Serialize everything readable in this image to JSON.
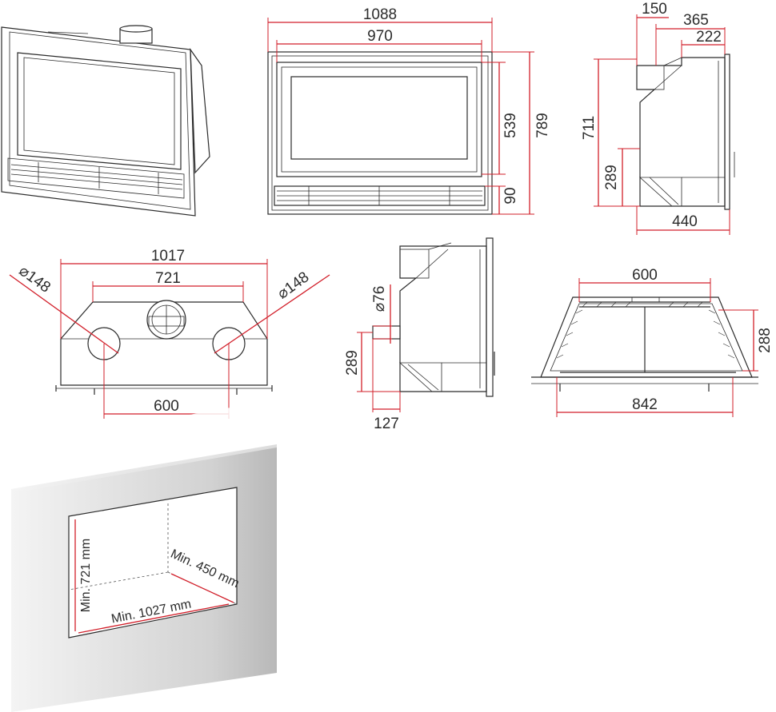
{
  "colors": {
    "dimension": "#d21f2a",
    "outline": "#2b2b2b",
    "wall_light": "#f2f2f2",
    "wall_dark": "#bdbdbd"
  },
  "views": {
    "front": {
      "overall_width": "1088",
      "glass_width": "970",
      "glass_height": "539",
      "overall_height": "789",
      "grille_height": "90"
    },
    "side": {
      "top_a": "150",
      "top_b": "365",
      "top_c": "222",
      "height": "711",
      "outlet_height": "289",
      "depth": "440"
    },
    "top": {
      "overall_width": "1017",
      "top_width": "721",
      "left_diameter": "⌀148",
      "right_diameter": "⌀148",
      "outlet_spacing": "600"
    },
    "side_intake": {
      "diameter": "⌀76",
      "height": "289",
      "depth": "127"
    },
    "plan": {
      "front_width": "600",
      "back_width": "842",
      "depth": "288"
    },
    "niche": {
      "min_height": "Min. 721 mm",
      "min_width": "Min. 1027 mm",
      "min_depth": "Min. 450 mm"
    }
  }
}
